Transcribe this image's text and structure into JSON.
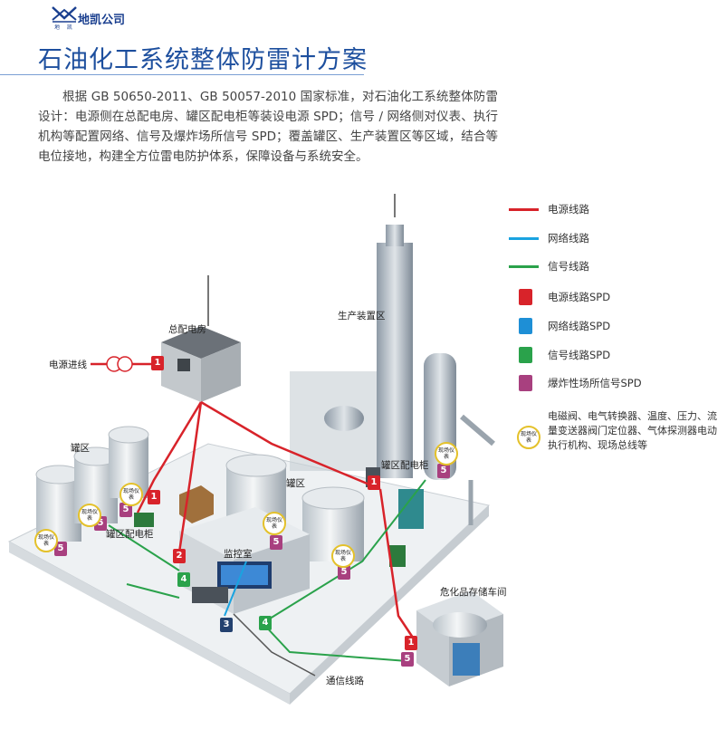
{
  "header": {
    "logo_name": "地凯公司",
    "logo_mark_text": "地 凯",
    "title": "石油化工系统整体防雷计方案",
    "intro": "根据 GB 50650-2011、GB 50057-2010 国家标准，对石油化工系统整体防雷设计：电源侧在总配电房、罐区配电柜等装设电源 SPD；信号 / 网络侧对仪表、执行机构等配置网络、信号及爆炸场所信号 SPD；覆盖罐区、生产装置区等区域，结合等电位接地，构建全方位雷电防护体系，保障设备与系统安全。"
  },
  "legend": {
    "power_line": "电源线路",
    "network_line": "网络线路",
    "signal_line": "信号线路",
    "power_spd": "电源线路SPD",
    "network_spd": "网络线路SPD",
    "signal_spd": "信号线路SPD",
    "explosive_spd": "爆炸性场所信号SPD",
    "instruments": "电磁阀、电气转换器、温度、压力、流量变送器阀门定位器、气体探测器电动执行机构、现场总线等"
  },
  "colors": {
    "power": "#d8232a",
    "network": "#1aa3e0",
    "signal": "#2aa24b",
    "power_spd": "#d8232a",
    "network_spd": "#1e8fd6",
    "signal_spd": "#2aa24b",
    "explosive_spd": "#a8407f",
    "instrument_ring": "#e4c12a"
  },
  "diagram": {
    "labels": {
      "main_power_room": "总配电房",
      "power_inlet": "电源进线",
      "production_area": "生产装置区",
      "tank_area_left": "罐区",
      "tank_area_center": "罐区",
      "tank_panel_left": "罐区配电柜",
      "tank_panel_right": "罐区配电柜",
      "control_room": "监控室",
      "hazmat_warehouse": "危化品存储车间",
      "comm_line": "通信线路"
    },
    "gauge_text": "现场仪表",
    "badge_numbers": {
      "power": "1",
      "network": "2",
      "net3": "3",
      "signal": "4",
      "explosive": "5"
    }
  }
}
